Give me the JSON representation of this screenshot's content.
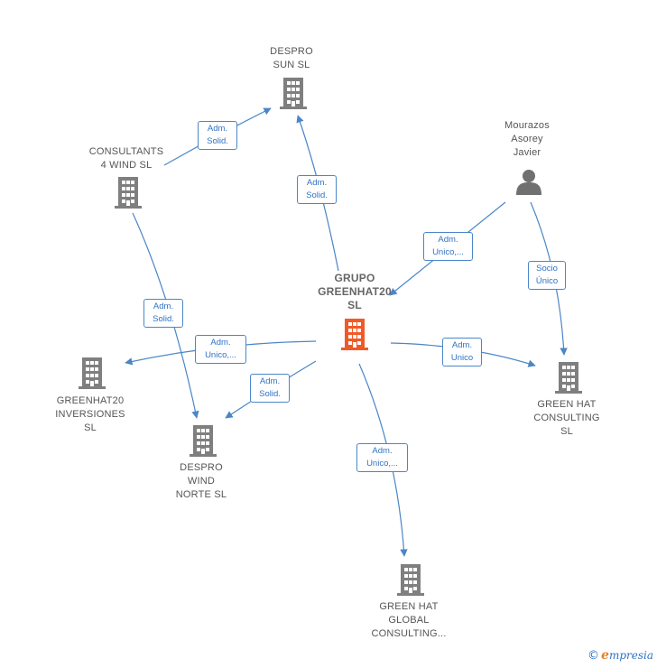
{
  "colors": {
    "company": "#7f7f7f",
    "main_company": "#f05a28",
    "person": "#707070",
    "edge": "#4a86c8",
    "edge_text": "#2f72c4"
  },
  "nodes": [
    {
      "id": "grupo",
      "label": "GRUPO\nGREENHAT20\nSL",
      "icon": "building-icon",
      "main": true
    },
    {
      "id": "despro_sun",
      "label": "DESPRO\nSUN  SL",
      "icon": "building-icon"
    },
    {
      "id": "consultants",
      "label": "CONSULTANTS\n4 WIND  SL",
      "icon": "building-icon"
    },
    {
      "id": "mourazos",
      "label": "Mourazos\nAsorey\nJavier",
      "icon": "person-icon"
    },
    {
      "id": "greenhat20_inv",
      "label": "GREENHAT20\nINVERSIONES\nSL",
      "icon": "building-icon"
    },
    {
      "id": "despro_wind",
      "label": "DESPRO\nWIND\nNORTE  SL",
      "icon": "building-icon"
    },
    {
      "id": "green_hat_consulting",
      "label": "GREEN HAT\nCONSULTING\nSL",
      "icon": "building-icon"
    },
    {
      "id": "green_hat_global",
      "label": "GREEN HAT\nGLOBAL\nCONSULTING...",
      "icon": "building-icon"
    }
  ],
  "edges": [
    {
      "id": "e1",
      "label": "Adm.\nSolid."
    },
    {
      "id": "e2",
      "label": "Adm.\nSolid."
    },
    {
      "id": "e3",
      "label": "Adm.\nUnico,..."
    },
    {
      "id": "e4",
      "label": "Socio\nÚnico"
    },
    {
      "id": "e5",
      "label": "Adm.\nSolid."
    },
    {
      "id": "e6",
      "label": "Adm.\nUnico,..."
    },
    {
      "id": "e7",
      "label": "Adm.\nSolid."
    },
    {
      "id": "e8",
      "label": "Adm.\nUnico"
    },
    {
      "id": "e9",
      "label": "Adm.\nUnico,..."
    }
  ],
  "watermark": {
    "copyright": "©",
    "brand_initial": "e",
    "brand_rest": "mpresia"
  }
}
